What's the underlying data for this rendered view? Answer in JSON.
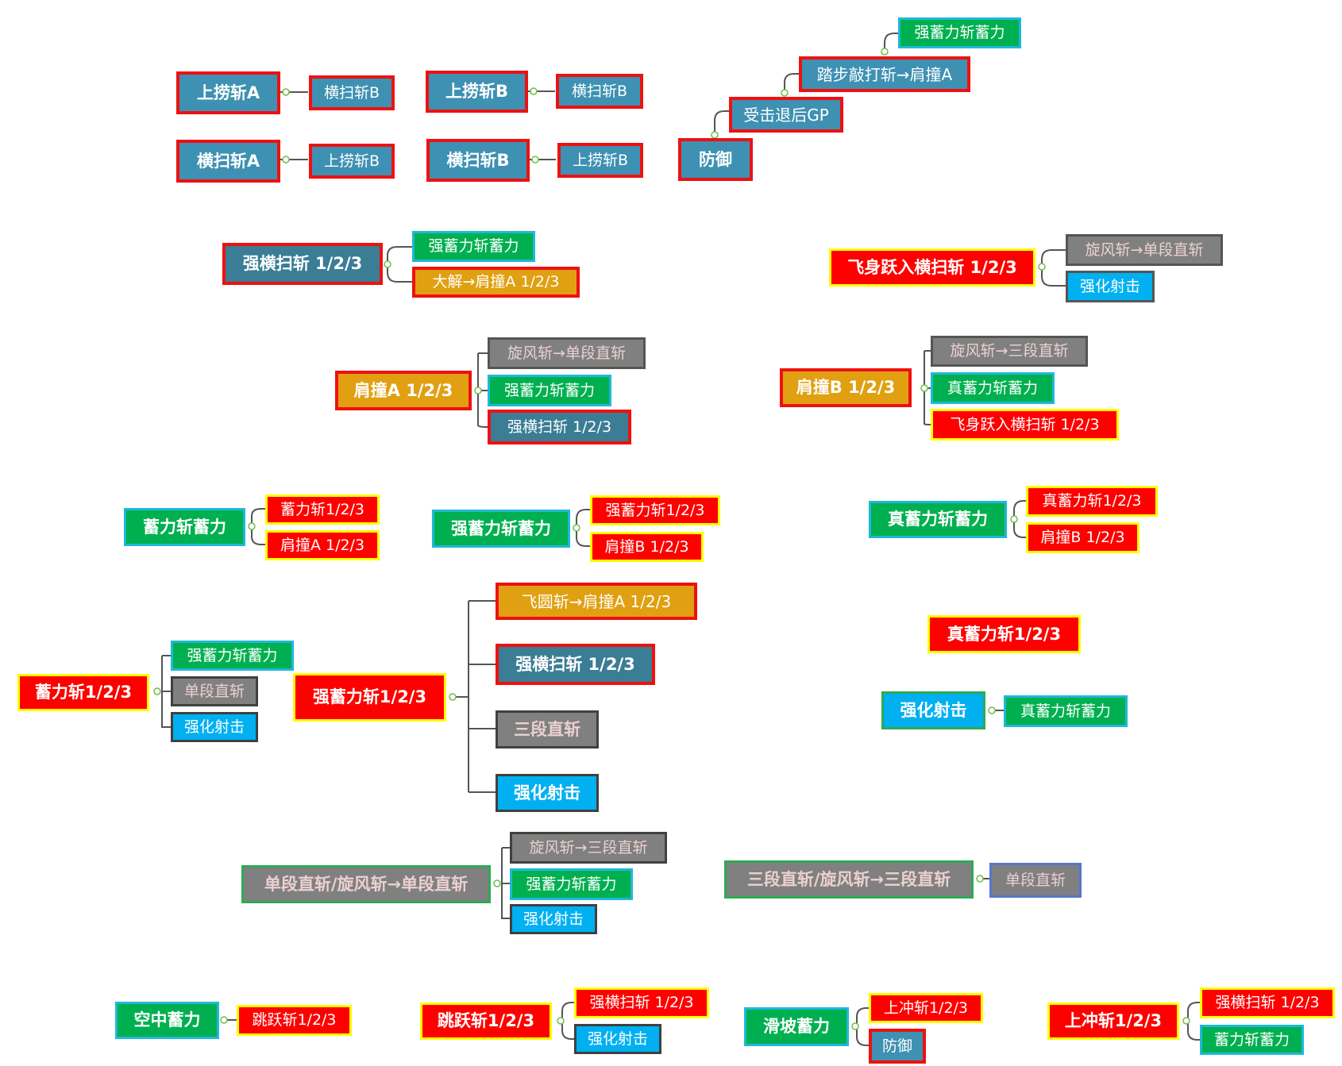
{
  "colors": {
    "teal": "#3E91B2",
    "green": "#00B050",
    "orange": "#E1A012",
    "gray": "#808080",
    "red": "#FF0000",
    "cyan": "#00B0F0",
    "dark_teal": "#3A7D94",
    "border_red": "#EE1111",
    "border_yellow": "#FFFF00",
    "connector": "#555555"
  },
  "nodes": {
    "r1": "上捞斩A",
    "r1c1": "横扫斩B",
    "r2": "横扫斩A",
    "r2c1": "上捞斩B",
    "r3": "上捞斩B",
    "r3c1": "横扫斩B",
    "r4": "横扫斩B",
    "r4c1": "上捞斩B",
    "d1": "防御",
    "d2": "受击退后GP",
    "d3": "踏步敲打斩→肩撞A",
    "d4": "强蓄力斩蓄力",
    "r5": "强横扫斩 1/2/3",
    "r5c1": "强蓄力斩蓄力",
    "r5c2": "大解→肩撞A 1/2/3",
    "r6": "飞身跃入横扫斩 1/2/3",
    "r6c1": "旋风斩→单段直斩",
    "r6c2": "强化射击",
    "r7": "肩撞A 1/2/3",
    "r7c1": "旋风斩→单段直斩",
    "r7c2": "强蓄力斩蓄力",
    "r7c3": "强横扫斩 1/2/3",
    "r8": "肩撞B 1/2/3",
    "r8c1": "旋风斩→三段直斩",
    "r8c2": "真蓄力斩蓄力",
    "r8c3": "飞身跃入横扫斩 1/2/3",
    "r9": "蓄力斩蓄力",
    "r9c1": "蓄力斩1/2/3",
    "r9c2": "肩撞A 1/2/3",
    "r10": "强蓄力斩蓄力",
    "r10c1": "强蓄力斩1/2/3",
    "r10c2": "肩撞B 1/2/3",
    "r11": "真蓄力斩蓄力",
    "r11c1": "真蓄力斩1/2/3",
    "r11c2": "肩撞B 1/2/3",
    "r12": "蓄力斩1/2/3",
    "r12c1": "强蓄力斩蓄力",
    "r12c2": "单段直斩",
    "r12c3": "强化射击",
    "r13": "强蓄力斩1/2/3",
    "r13c1": "飞圆斩→肩撞A 1/2/3",
    "r13c2": "强横扫斩 1/2/3",
    "r13c3": "三段直斩",
    "r13c4": "强化射击",
    "r14": "真蓄力斩1/2/3",
    "r15": "强化射击",
    "r15c1": "真蓄力斩蓄力",
    "r16": "单段直斩/旋风斩→单段直斩",
    "r16c1": "旋风斩→三段直斩",
    "r16c2": "强蓄力斩蓄力",
    "r16c3": "强化射击",
    "r17": "三段直斩/旋风斩→三段直斩",
    "r17c1": "单段直斩",
    "r18": "空中蓄力",
    "r18c1": "跳跃斩1/2/3",
    "r19": "跳跃斩1/2/3",
    "r19c1": "强横扫斩 1/2/3",
    "r19c2": "强化射击",
    "r20": "滑坡蓄力",
    "r20c1": "上冲斩1/2/3",
    "r20c2": "防御",
    "r21": "上冲斩1/2/3",
    "r21c1": "强横扫斩 1/2/3",
    "r21c2": "蓄力斩蓄力"
  }
}
